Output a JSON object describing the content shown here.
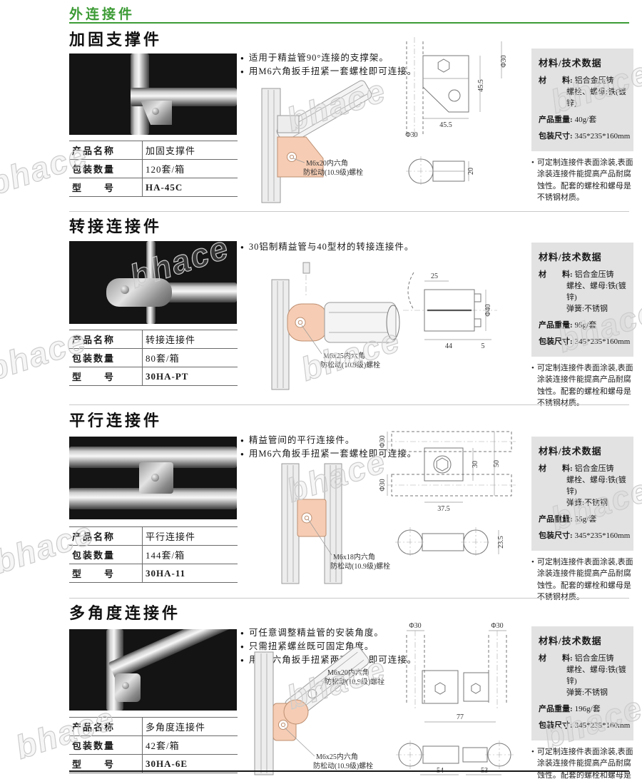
{
  "header": {
    "title": "外连接件"
  },
  "watermark": "bhace",
  "colors": {
    "accent_green": "#3c9b35",
    "panel_gray": "#e2e2e2",
    "highlight_salmon": "#f6cdb4"
  },
  "shared": {
    "table_labels": {
      "name": "产品名称",
      "qty": "包装数量",
      "model": "型　　号"
    },
    "tech_box": {
      "title": "材料/技术数据",
      "material_label": "材　　料:",
      "weight_label": "产品重量:",
      "size_label": "包装尺寸:",
      "size_value": "345*235*160mm"
    },
    "note": "可定制连接件表面涂装,表面涂装连接件能提高产品耐腐蚀性。配套的螺栓和螺母是不锈钢材质。"
  },
  "sections": [
    {
      "title": "加固支撑件",
      "name": "加固支撑件",
      "qty": "120套/箱",
      "model": "HA-45C",
      "bullets": [
        "适用于精益管90°连接的支撑架。",
        "用M6六角扳手扭紧一套螺栓即可连接。"
      ],
      "material_lines": [
        "铝合金压铸",
        "螺栓、螺母:铁(镀锌)"
      ],
      "weight": "40g/套",
      "callout1_l1": "M6x20内六角",
      "callout1_l2": "防松动(10.9级)螺栓",
      "dims": {
        "d1": "Φ30",
        "d2": "45.5",
        "d3": "45.5",
        "d4": "Φ30",
        "d5": "20"
      }
    },
    {
      "title": "转接连接件",
      "name": "转接连接件",
      "qty": "80套/箱",
      "model": "30HA-PT",
      "bullets": [
        "30铝制精益管与40型材的转接连接件。"
      ],
      "material_lines": [
        "铝合金压铸",
        "螺栓、螺母:铁(镀锌)",
        "弹簧:不锈钢"
      ],
      "weight": "95g/套",
      "callout1_l1": "M6x25内六角",
      "callout1_l2": "防松动(10.9级)螺栓",
      "dims": {
        "d1": "25",
        "d2": "Φ40",
        "d3": "44",
        "d4": "5"
      }
    },
    {
      "title": "平行连接件",
      "name": "平行连接件",
      "qty": "144套/箱",
      "model": "30HA-11",
      "bullets": [
        "精益管间的平行连接件。",
        "用M6六角扳手扭紧一套螺栓即可连接。"
      ],
      "material_lines": [
        "铝合金压铸",
        "螺栓、螺母:铁(镀锌)",
        "弹簧:不锈钢"
      ],
      "weight": "55g/套",
      "callout1_l1": "M6x18内六角",
      "callout1_l2": "防松动(10.9级)螺栓",
      "dims": {
        "d1": "Φ30",
        "d2": "Φ30",
        "d3": "30",
        "d4": "50",
        "d5": "37.5",
        "d6": "23.5"
      }
    },
    {
      "title": "多角度连接件",
      "name": "多角度连接件",
      "qty": "42套/箱",
      "model": "30HA-6E",
      "bullets": [
        "可任意调整精益管的安装角度。",
        "只需扭紧螺丝既可固定角度。",
        "用M6六角扳手扭紧两套螺栓即可连接。"
      ],
      "material_lines": [
        "铝合金压铸",
        "螺栓、螺母:铁(镀锌)",
        "弹簧:不锈钢"
      ],
      "weight": "196g/套",
      "callout1_l1": "M6x20内六角",
      "callout1_l2": "防松动(10.9级)螺栓",
      "callout2_l1": "M6x25内六角",
      "callout2_l2": "防松动(10.9级)螺栓",
      "dims": {
        "d1": "Φ30",
        "d2": "Φ30",
        "d3": "77",
        "d4": "54",
        "d5": "53"
      }
    }
  ]
}
